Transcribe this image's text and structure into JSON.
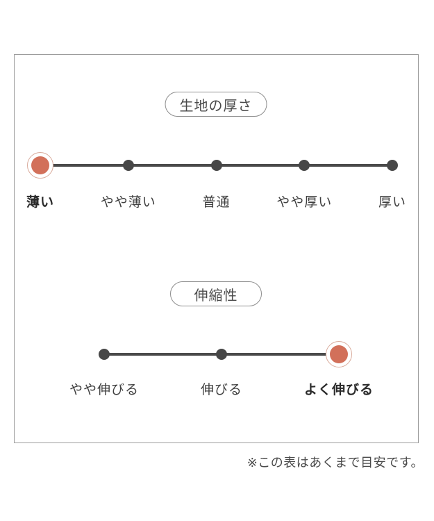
{
  "note": "※この表はあくまで目安です。",
  "colors": {
    "accent": "#D2705A",
    "accent_ring": "#D9AB9C",
    "line": "#4A4A4A",
    "dot": "#474747",
    "text": "#3F3F3F",
    "border": "#9C9C9C"
  },
  "chart_data": [
    {
      "type": "rating-scale",
      "title": "生地の厚さ",
      "categories": [
        "薄い",
        "やや薄い",
        "普通",
        "やや厚い",
        "厚い"
      ],
      "levels": 5,
      "selected_index": 0,
      "selected": "薄い",
      "legend_position": "none",
      "grid": false
    },
    {
      "type": "rating-scale",
      "title": "伸縮性",
      "categories": [
        "やや伸びる",
        "伸びる",
        "よく伸びる"
      ],
      "levels": 3,
      "selected_index": 2,
      "selected": "よく伸びる",
      "legend_position": "none",
      "grid": false
    }
  ]
}
